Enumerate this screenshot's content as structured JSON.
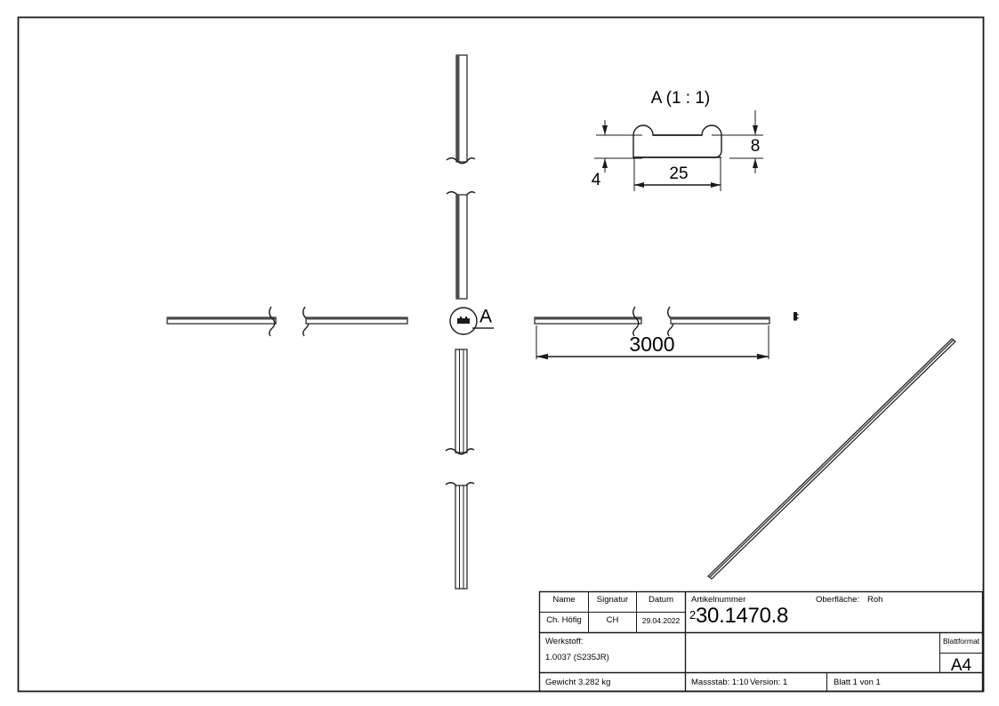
{
  "sheet": {
    "format_label": "Blattformat",
    "format_value": "A4"
  },
  "section_view": {
    "title": "A (1 : 1)",
    "dim_width": "25",
    "dim_height": "8",
    "dim_inner": "4",
    "marker_letter": "A"
  },
  "main_view": {
    "length_dim": "3000"
  },
  "title_block": {
    "col_headers": {
      "name": "Name",
      "signature": "Signatur",
      "date": "Datum"
    },
    "row_values": {
      "name": "Ch. Höfig",
      "signature": "CH",
      "date": "29.04.2022"
    },
    "article_label": "Artikelnummer",
    "article_prefix": "2",
    "article_number": "30.1470.8",
    "surface_label": "Oberfläche:",
    "surface_value": "Roh",
    "material_label": "Werkstoff:",
    "material_value": "1.0037 (S235JR)",
    "weight": "Gewicht 3.282 kg",
    "scale": "Massstab: 1:10",
    "version": "Version: 1",
    "sheet_count": "Blatt 1 von 1"
  }
}
